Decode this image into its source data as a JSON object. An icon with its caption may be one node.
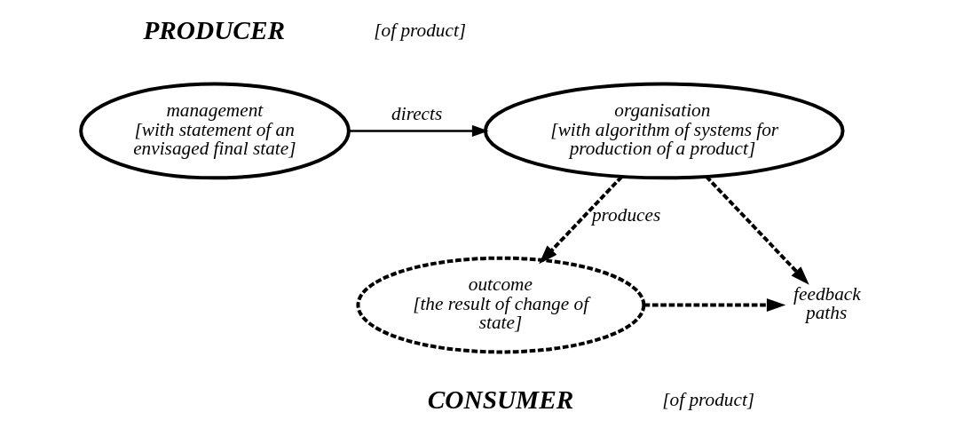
{
  "diagram": {
    "nodes": [
      {
        "text": [
          "management",
          "[with statement of an envisaged final state]"
        ]
      },
      {
        "text": [
          "organisation",
          "[with algorithm of systems for production of a product]"
        ]
      },
      {
        "text": [
          "outcome",
          "[the result of change of state]"
        ]
      },
      {
        "text": [
          "feedback paths"
        ]
      }
    ],
    "edges": [
      {
        "from": 0,
        "to": 1,
        "arrow": "to",
        "label": "directs"
      },
      {
        "from": 1,
        "to": 2,
        "arrow": "to",
        "label": "produces",
        "style": "dashed"
      },
      {
        "from": 1,
        "to": 3,
        "arrow": "to",
        "style": "dashed"
      },
      {
        "from": 2,
        "to": 3,
        "arrow": "to",
        "style": "dashed"
      }
    ],
    "labels": [
      "PRODUCER",
      "[of product]",
      "CONSUMER",
      "[of product]"
    ]
  }
}
